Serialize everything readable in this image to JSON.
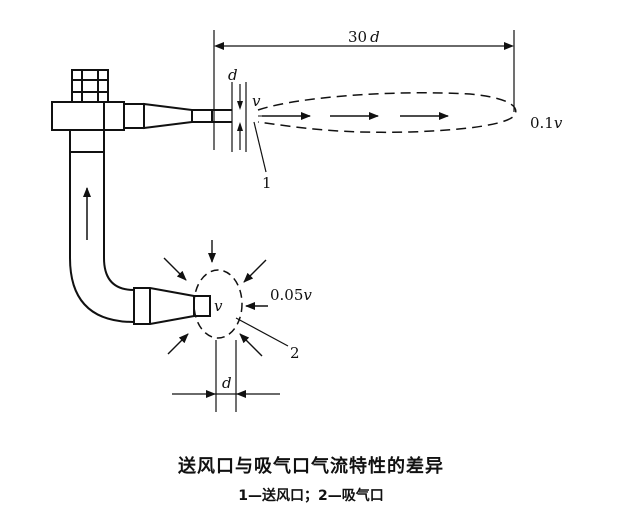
{
  "figure": {
    "labels": {
      "dim_top": "30",
      "dim_top_var": "d",
      "dim_d_top": "d",
      "v_supply": "v",
      "v_exhaust": "v",
      "val_far": "0.1",
      "val_far_var": "v",
      "val_side": "0.05",
      "val_side_var": "v",
      "dim_d_bottom": "d",
      "callout_1": "1",
      "callout_2": "2"
    }
  },
  "caption": {
    "title": "送风口与吸气口气流特性的差异",
    "legend": "1—送风口；2—吸气口"
  }
}
